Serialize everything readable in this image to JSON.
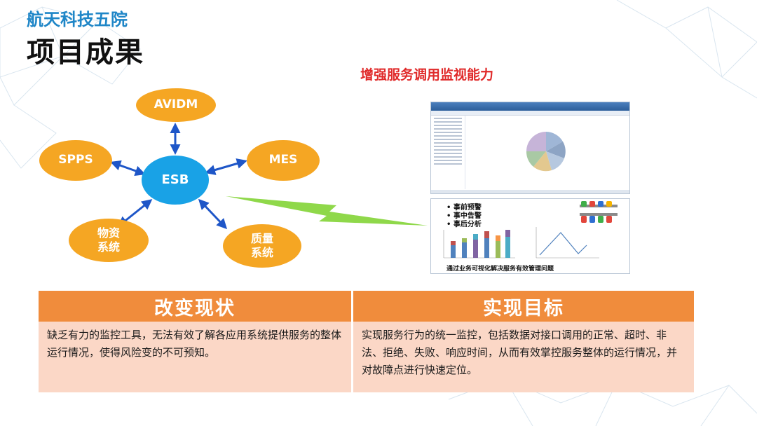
{
  "header": {
    "org": "航天科技五院",
    "title": "项目成果",
    "subtitle": "增强服务调用监视能力"
  },
  "diagram": {
    "hub": "ESB",
    "nodes": [
      {
        "id": "avidm",
        "label": "AVIDM"
      },
      {
        "id": "spps",
        "label": "SPPS"
      },
      {
        "id": "mes",
        "label": "MES"
      },
      {
        "id": "wuzi",
        "label_line1": "物资",
        "label_line2": "系统"
      },
      {
        "id": "zhiliang",
        "label_line1": "质量",
        "label_line2": "系统"
      }
    ]
  },
  "monitor_panel": {
    "bullets": [
      "事前预警",
      "事中告警",
      "事后分析"
    ],
    "caption": "通过业务可视化解决服务有效管理问题"
  },
  "comparison": {
    "left": {
      "header": "改变现状",
      "body": "缺乏有力的监控工具，无法有效了解各应用系统提供服务的整体运行情况，使得风险变的不可预知。"
    },
    "right": {
      "header": "实现目标",
      "body": "实现服务行为的统一监控，包括数据对接口调用的正常、超时、非法、拒绝、失败、响应时间，从而有效掌控服务整体的运行情况，并对故障点进行快速定位。"
    }
  },
  "colors": {
    "accent_blue": "#1f86c7",
    "node_orange": "#f5a623",
    "hub_blue": "#19a2e6",
    "arrow_blue": "#1e56c8",
    "subtitle_red": "#e02a2a",
    "table_header": "#f08c3c",
    "table_body": "#fbd7c6"
  }
}
